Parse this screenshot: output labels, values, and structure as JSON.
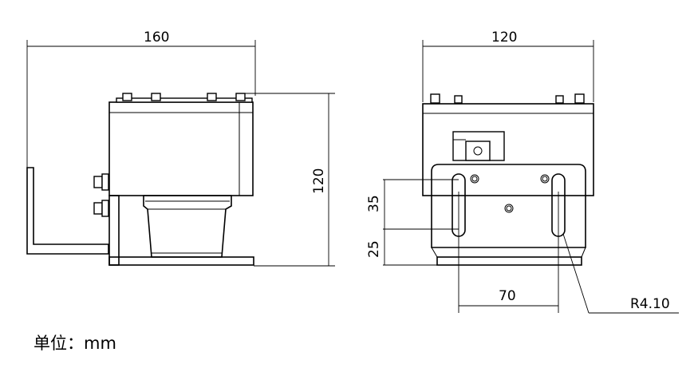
{
  "dimensions": {
    "front_width": "160",
    "front_height": "120",
    "side_width": "120",
    "slot_upper": "35",
    "slot_lower": "25",
    "slot_spacing": "70",
    "slot_radius": "R4.10"
  },
  "unit_note": "单位：mm"
}
